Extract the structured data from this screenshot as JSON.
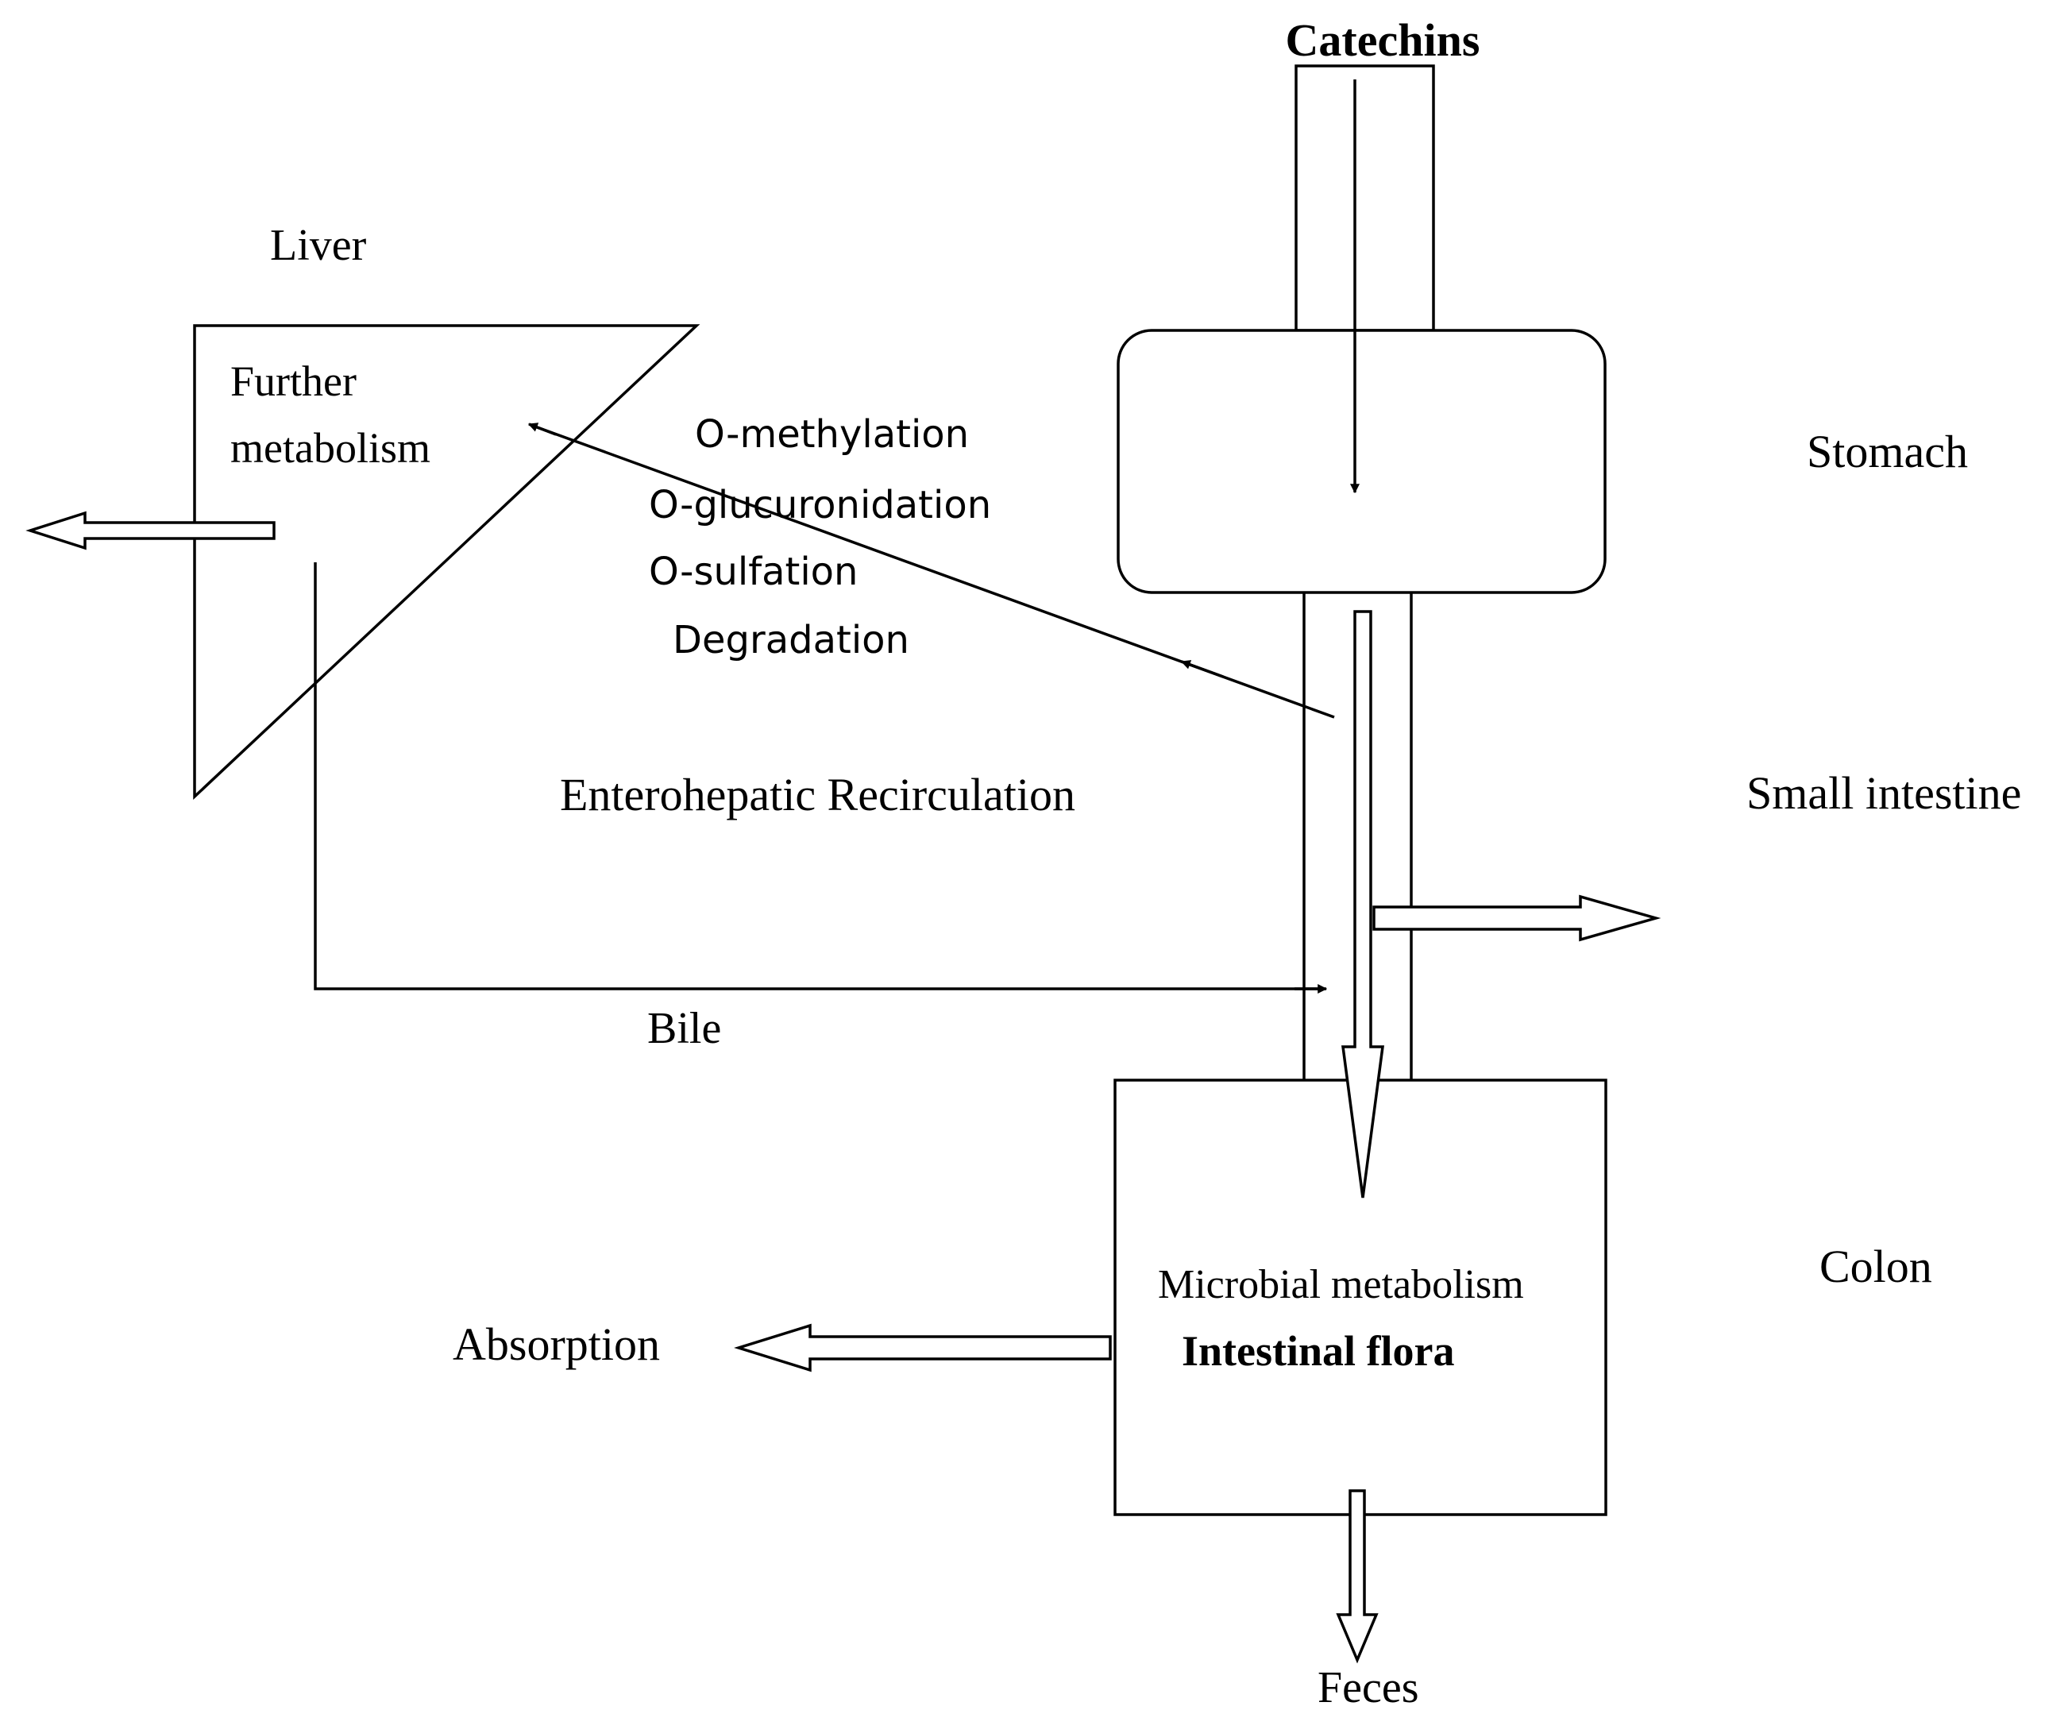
{
  "labels": {
    "catechins": "Catechins",
    "liver": "Liver",
    "further_metabolism_line1": "Further",
    "further_metabolism_line2": "metabolism",
    "stomach": "Stomach",
    "small_intestine": "Small intestine",
    "colon": "Colon",
    "enterohepatic": "Enterohepatic Recirculation",
    "bile": "Bile",
    "absorption": "Absorption",
    "feces": "Feces",
    "microbial_metabolism": "Microbial metabolism",
    "intestinal_flora": "Intestinal flora"
  },
  "reactions": [
    "O-methylation",
    "O-glucuronidation",
    "O-sulfation",
    "Degradation"
  ],
  "colors": {
    "stroke": "#000000",
    "background": "#ffffff"
  }
}
